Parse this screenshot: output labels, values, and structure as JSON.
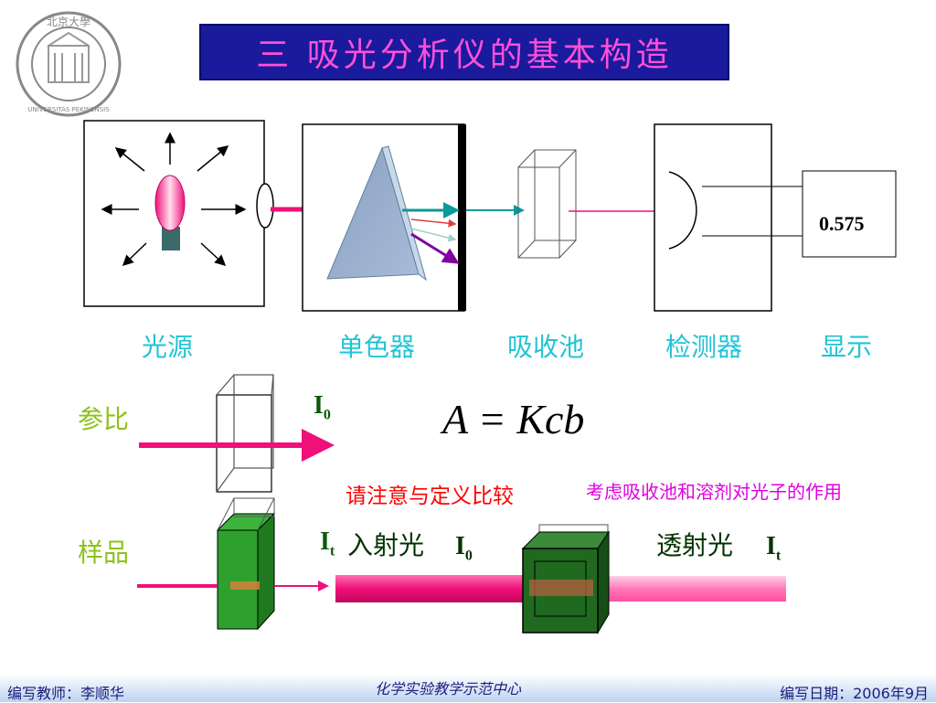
{
  "title": "三 吸光分析仪的基本构造",
  "logo": {
    "text_top": "北京大學",
    "text_ring": "UNIVERSITAS PEKINENSIS"
  },
  "components": {
    "light_source": "光源",
    "monochromator": "单色器",
    "cuvette": "吸收池",
    "detector": "检测器",
    "display": "显示"
  },
  "display_value": "0.575",
  "formula": "A = Kcb",
  "labels": {
    "reference": "参比",
    "sample": "样品",
    "i0_top": "I",
    "i0_top_sub": "0",
    "it_left": "I",
    "it_left_sub": "t",
    "incident": "入射光",
    "incident_i": "I",
    "incident_i_sub": "0",
    "transmitted": "透射光",
    "transmitted_i": "I",
    "transmitted_i_sub": "t"
  },
  "notes": {
    "compare": "请注意与定义比较",
    "consider": "考虑吸收池和溶剂对光子的作用"
  },
  "footer": {
    "left": "编写教师：李顺华",
    "center": "化学实验教学示范中心",
    "right": "编写日期：2006年9月"
  },
  "colors": {
    "title_bg": "#1a1a9c",
    "title_text": "#ff4fd8",
    "label_cyan": "#22c3d6",
    "label_lime": "#8cc21a",
    "beam_pink": "#f0107a",
    "cuvette_green": "#2ea02e"
  }
}
